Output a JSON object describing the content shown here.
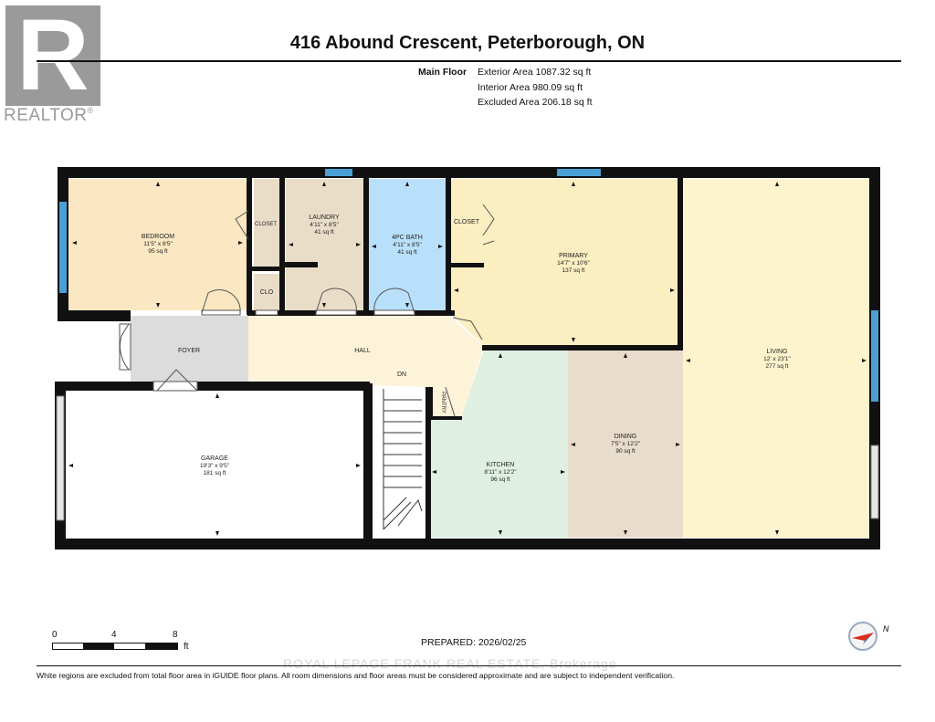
{
  "branding": {
    "logo_text": "R",
    "wordmark": "REALTOR",
    "registered": "®"
  },
  "header": {
    "title": "416 Abound Crescent, Peterborough, ON",
    "floor_label": "Main Floor",
    "exterior_area": "Exterior Area 1087.32 sq ft",
    "interior_area": "Interior Area 980.09 sq ft",
    "excluded_area": "Excluded Area 206.18 sq ft"
  },
  "rooms": {
    "bedroom": {
      "name": "BEDROOM",
      "dims": "11'5\" x 8'5\"",
      "area": "95 sq ft"
    },
    "closet_1": {
      "name": "CLOSET"
    },
    "clo": {
      "name": "CLO"
    },
    "laundry": {
      "name": "LAUNDRY",
      "dims": "4'11\" x 8'5\"",
      "area": "41 sq ft"
    },
    "bath": {
      "name": "4PC BATH",
      "dims": "4'11\" x 8'5\"",
      "area": "41 sq ft"
    },
    "closet_2": {
      "name": "CLOSET"
    },
    "primary": {
      "name": "PRIMARY",
      "dims": "14'7\" x 10'6\"",
      "area": "137 sq ft"
    },
    "living": {
      "name": "LIVING",
      "dims": "12' x 23'1\"",
      "area": "277 sq ft"
    },
    "foyer": {
      "name": "FOYER"
    },
    "hall": {
      "name": "HALL"
    },
    "dn": {
      "name": "DN"
    },
    "pantry": {
      "name": "PANTRY"
    },
    "garage": {
      "name": "GARAGE",
      "dims": "19'3\" x 9'5\"",
      "area": "181 sq ft"
    },
    "kitchen": {
      "name": "KITCHEN",
      "dims": "8'11\" x 12'2\"",
      "area": "96 sq ft"
    },
    "dining": {
      "name": "DINING",
      "dims": "7'5\" x 12'2\"",
      "area": "90 sq ft"
    }
  },
  "scale": {
    "ticks": [
      "0",
      "4",
      "8"
    ],
    "unit": "ft"
  },
  "footer": {
    "prepared": "PREPARED: 2026/02/25",
    "disclaimer": "White regions are excluded from total floor area in iGUIDE floor plans. All room dimensions and floor areas must be considered approximate and are subject to independent verification.",
    "watermark": "ROYAL LEPAGE FRANK REAL ESTATE, Brokerage"
  },
  "compass_label": "N",
  "colors": {
    "bedroom": "#fbe8c2",
    "laundry": "#e9ddc8",
    "bath": "#b9e0fb",
    "primary": "#fbeec0",
    "living": "#fdf4cd",
    "hall": "#fdf3d9",
    "foyer": "#dcdcdc",
    "kitchen": "#dff0e3",
    "dining": "#e8dccb",
    "wall": "#111111",
    "window": "#4a9fd4"
  }
}
